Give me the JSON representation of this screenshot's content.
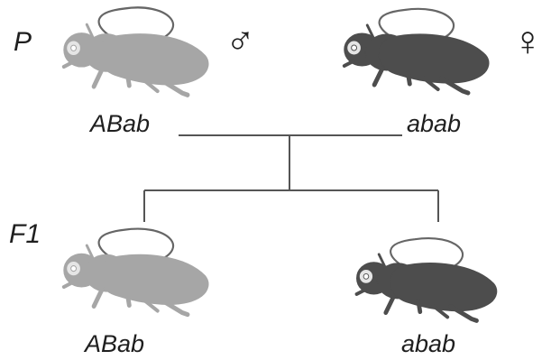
{
  "generations": {
    "parental": "P",
    "first_filial": "F1"
  },
  "parents": {
    "male": {
      "genotype": "ABab",
      "sex_symbol": "♂",
      "icon": "fly-icon",
      "body_color": "#a6a6a6"
    },
    "female": {
      "genotype": "abab",
      "sex_symbol": "♀",
      "icon": "fly-icon",
      "body_color": "#4d4d4d"
    }
  },
  "offspring": [
    {
      "genotype": "ABab",
      "icon": "fly-icon",
      "body_color": "#a6a6a6"
    },
    {
      "genotype": "abab",
      "icon": "fly-icon",
      "body_color": "#4d4d4d"
    }
  ],
  "colors": {
    "text": "#1f1f1f",
    "lines": "#555555",
    "wing_outline": "#666666",
    "light_body": "#a6a6a6",
    "dark_body": "#4d4d4d"
  }
}
